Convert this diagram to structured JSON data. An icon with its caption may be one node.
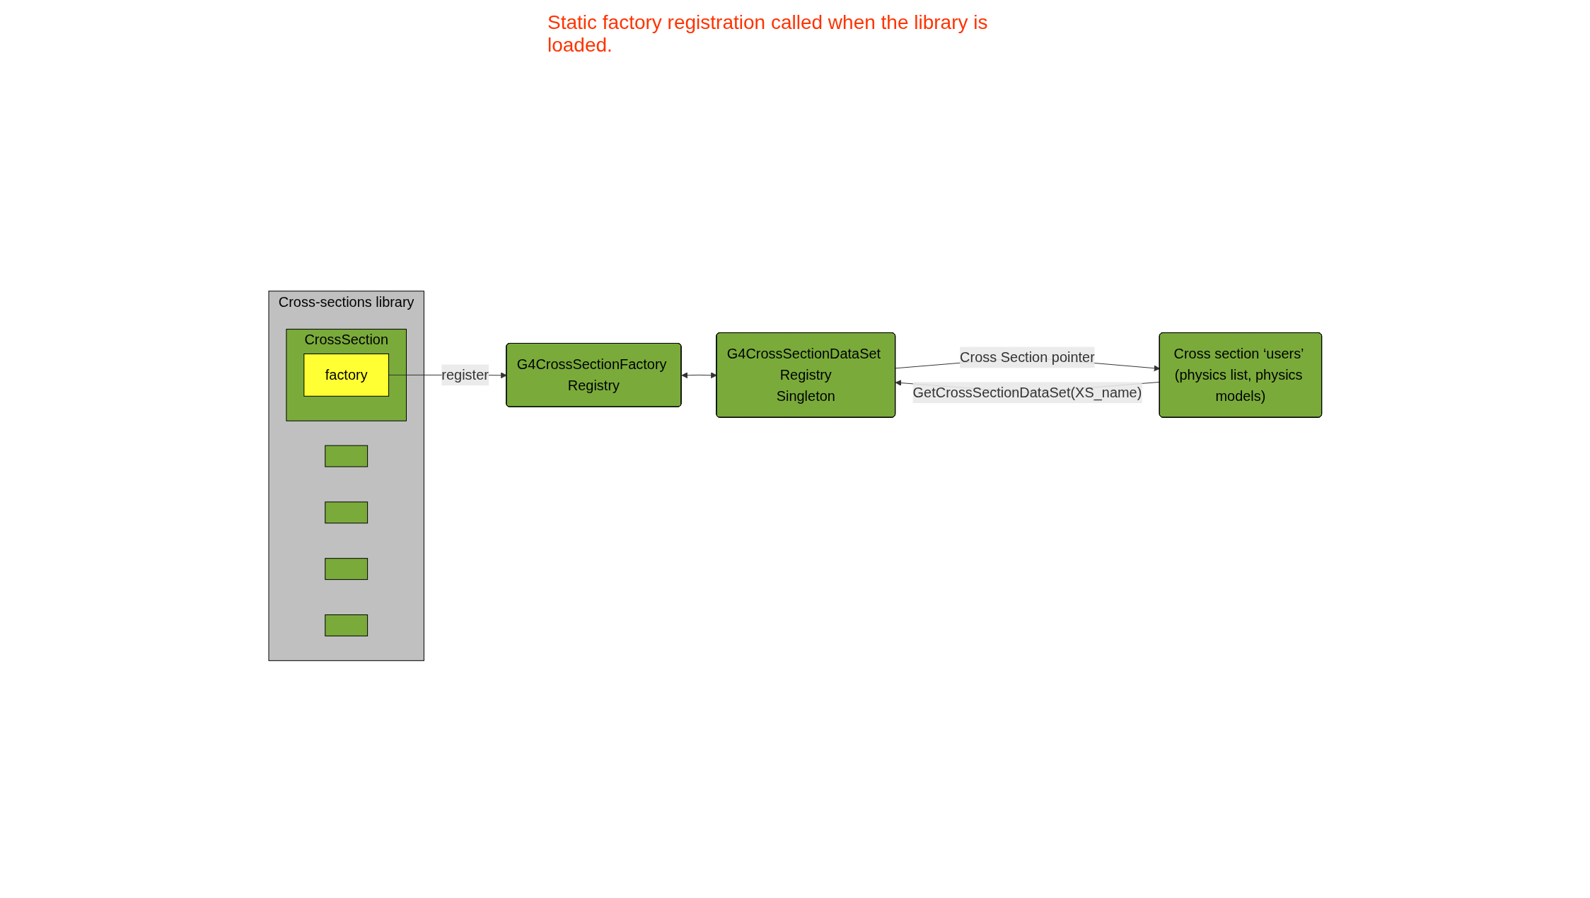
{
  "diagram": {
    "nodes": [
      {
        "text": [
          "Cross-sections library"
        ]
      },
      {
        "text": [],
        "shape": "box",
        "in": 0
      },
      {
        "text": [],
        "shape": "box",
        "in": 0
      },
      {
        "text": [],
        "shape": "box",
        "in": 0
      },
      {
        "text": [],
        "shape": "box",
        "in": 0
      },
      {
        "text": [
          "CrossSection"
        ],
        "in": 0
      },
      {
        "text": [
          "factory"
        ],
        "in": 5
      },
      {
        "text": [
          "G4CrossSectionFactory Registry"
        ]
      },
      {
        "text": [
          "Cross section ‘users’ (physics list, physics models)"
        ]
      },
      {
        "text": [
          "G4CrossSectionDataSet Registry",
          "Singleton"
        ]
      }
    ],
    "edges": [
      {
        "from": 6,
        "to": 7,
        "arrow": "to",
        "label": "register"
      },
      {
        "from": 7,
        "to": 9,
        "arrow": "both"
      },
      {
        "from": 8,
        "to": 9,
        "arrow": "to",
        "label": "GetCrossSectionDataSet(XS_name)"
      },
      {
        "from": 9,
        "to": 8,
        "arrow": "to",
        "label": "Cross Section pointer"
      }
    ],
    "labels": [
      "Static factory registration called when the library is loaded."
    ]
  }
}
